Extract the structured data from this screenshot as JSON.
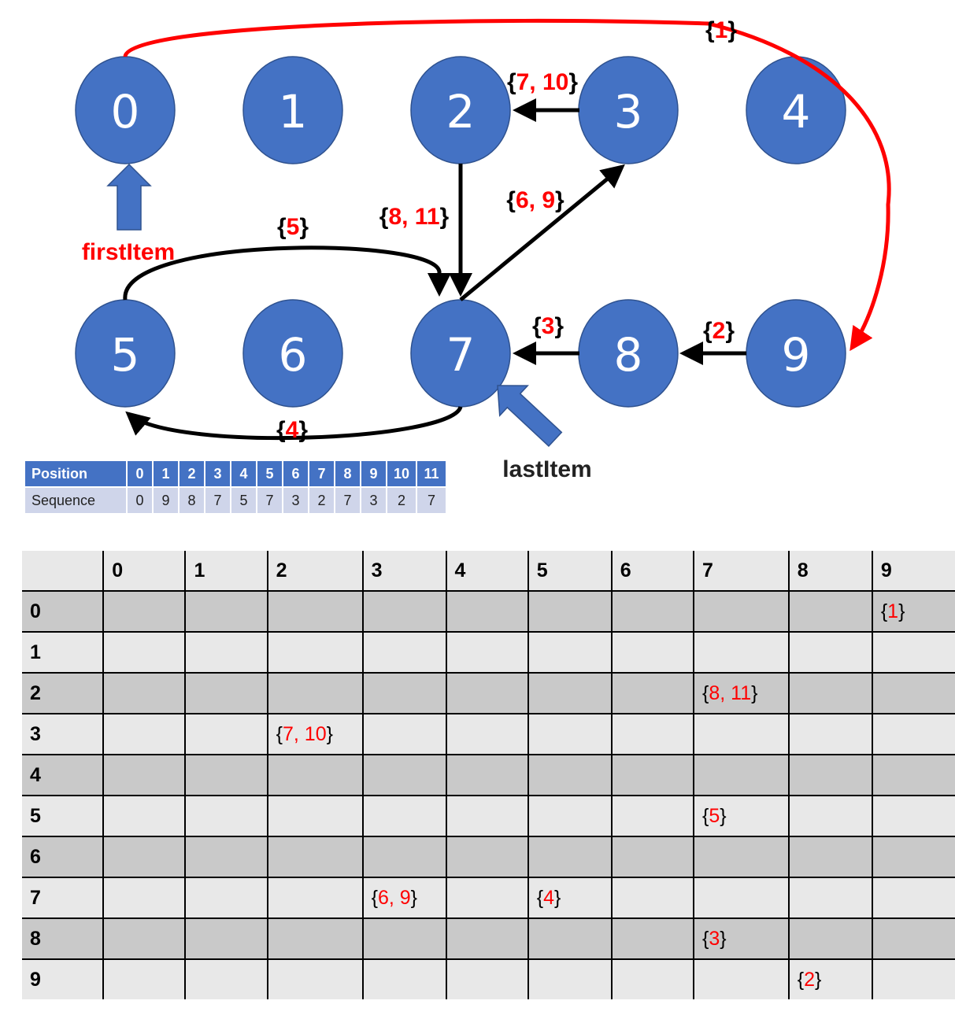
{
  "graph": {
    "nodes": [
      {
        "id": "0",
        "label": "0"
      },
      {
        "id": "1",
        "label": "1"
      },
      {
        "id": "2",
        "label": "2"
      },
      {
        "id": "3",
        "label": "3"
      },
      {
        "id": "4",
        "label": "4"
      },
      {
        "id": "5",
        "label": "5"
      },
      {
        "id": "6",
        "label": "6"
      },
      {
        "id": "7",
        "label": "7"
      },
      {
        "id": "8",
        "label": "8"
      },
      {
        "id": "9",
        "label": "9"
      }
    ],
    "edges": [
      {
        "from": "0",
        "to": "9",
        "label": "1",
        "color": "#ff0000"
      },
      {
        "from": "9",
        "to": "8",
        "label": "2",
        "color": "#000000"
      },
      {
        "from": "8",
        "to": "7",
        "label": "3",
        "color": "#000000"
      },
      {
        "from": "7",
        "to": "5",
        "label": "4",
        "color": "#000000"
      },
      {
        "from": "5",
        "to": "7",
        "label": "5",
        "color": "#000000"
      },
      {
        "from": "7",
        "to": "3",
        "label": "6, 9",
        "color": "#000000"
      },
      {
        "from": "3",
        "to": "2",
        "label": "7, 10",
        "color": "#000000"
      },
      {
        "from": "2",
        "to": "7",
        "label": "8, 11",
        "color": "#000000"
      }
    ],
    "pointers": {
      "first": {
        "label": "firstItem",
        "target": "0"
      },
      "last": {
        "label": "lastItem",
        "target": "7"
      }
    },
    "colors": {
      "node": "#4472c4",
      "accent": "#ff0000",
      "arrow": "#4472c4"
    }
  },
  "sequence_table": {
    "header_label": "Position",
    "row_label": "Sequence",
    "positions": [
      "0",
      "1",
      "2",
      "3",
      "4",
      "5",
      "6",
      "7",
      "8",
      "9",
      "10",
      "11"
    ],
    "sequence": [
      "0",
      "9",
      "8",
      "7",
      "5",
      "7",
      "3",
      "2",
      "7",
      "3",
      "2",
      "7"
    ]
  },
  "matrix": {
    "columns": [
      "0",
      "1",
      "2",
      "3",
      "4",
      "5",
      "6",
      "7",
      "8",
      "9"
    ],
    "rows": [
      {
        "label": "0",
        "cells": [
          "",
          "",
          "",
          "",
          "",
          "",
          "",
          "",
          "",
          "1"
        ]
      },
      {
        "label": "1",
        "cells": [
          "",
          "",
          "",
          "",
          "",
          "",
          "",
          "",
          "",
          ""
        ]
      },
      {
        "label": "2",
        "cells": [
          "",
          "",
          "",
          "",
          "",
          "",
          "",
          "8, 11",
          "",
          ""
        ]
      },
      {
        "label": "3",
        "cells": [
          "",
          "",
          "7, 10",
          "",
          "",
          "",
          "",
          "",
          "",
          ""
        ]
      },
      {
        "label": "4",
        "cells": [
          "",
          "",
          "",
          "",
          "",
          "",
          "",
          "",
          "",
          ""
        ]
      },
      {
        "label": "5",
        "cells": [
          "",
          "",
          "",
          "",
          "",
          "",
          "",
          "5",
          "",
          ""
        ]
      },
      {
        "label": "6",
        "cells": [
          "",
          "",
          "",
          "",
          "",
          "",
          "",
          "",
          "",
          ""
        ]
      },
      {
        "label": "7",
        "cells": [
          "",
          "",
          "",
          "6, 9",
          "",
          "4",
          "",
          "",
          "",
          ""
        ]
      },
      {
        "label": "8",
        "cells": [
          "",
          "",
          "",
          "",
          "",
          "",
          "",
          "3",
          "",
          ""
        ]
      },
      {
        "label": "9",
        "cells": [
          "",
          "",
          "",
          "",
          "",
          "",
          "",
          "",
          "2",
          ""
        ]
      }
    ]
  }
}
